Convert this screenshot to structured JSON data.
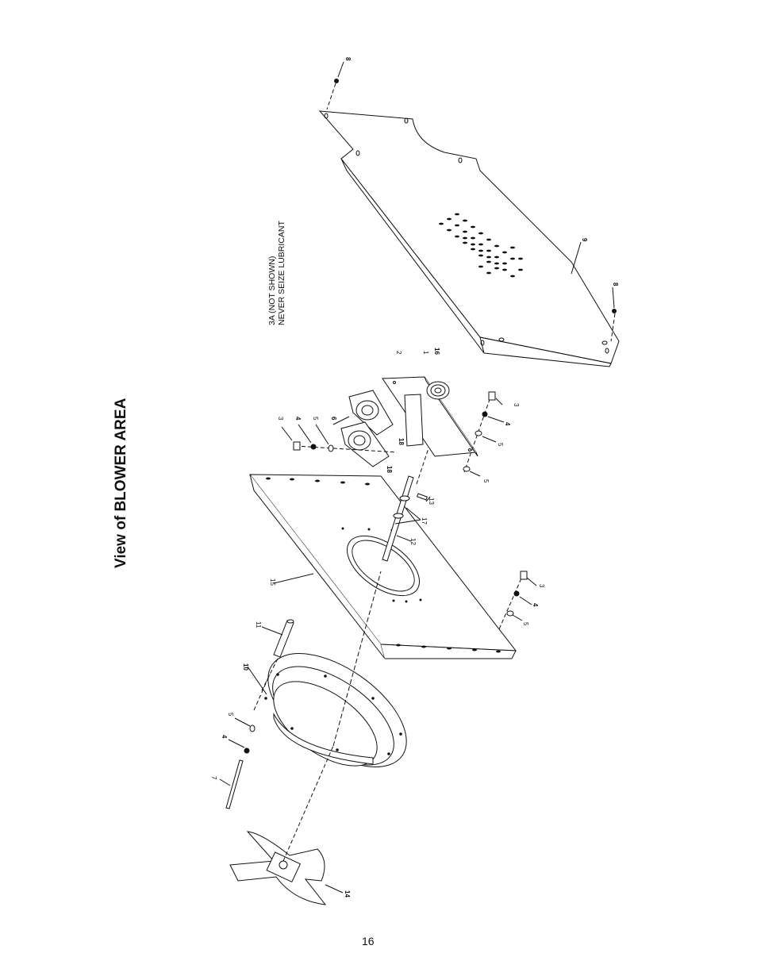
{
  "title": "View of BLOWER AREA",
  "note": {
    "line1": "3A (NOT SHOWN)",
    "line2": "NEVER SEIZE LUBRICANT"
  },
  "page_number": "16",
  "callouts": {
    "c1": "1",
    "c2": "2",
    "c3a": "3",
    "c3b": "3",
    "c3c": "3",
    "c4a": "4",
    "c4b": "4",
    "c4c": "4",
    "c4d": "4",
    "c5a": "5",
    "c5b": "5",
    "c5c": "5",
    "c5d": "5",
    "c5e": "5",
    "c6": "6",
    "c7": "7",
    "c8a": "8",
    "c8b": "8",
    "c9": "9",
    "c10": "10",
    "c11": "11",
    "c12": "12",
    "c13": "13",
    "c14": "14",
    "c15": "15",
    "c16": "16",
    "c17": "17",
    "c18a": "18",
    "c18b": "18"
  }
}
